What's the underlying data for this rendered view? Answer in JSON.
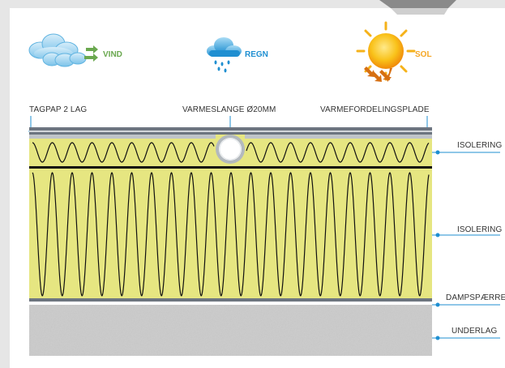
{
  "weather": {
    "wind": {
      "label": "VIND",
      "color": "#6aa84f",
      "icon": "cloud-wind-icon"
    },
    "rain": {
      "label": "REGN",
      "color": "#1f8fd1",
      "icon": "cloud-rain-icon"
    },
    "sun": {
      "label": "SOL",
      "color": "#f5a623",
      "icon": "sun-icon"
    }
  },
  "layers": {
    "roofing": "TAGPAP 2 LAG",
    "pipe": "VARMESLANGE Ø20MM",
    "plate": "VARMEFORDELINGSPLADE",
    "insulation_top": "ISOLERING",
    "insulation_bottom": "ISOLERING",
    "vapor_barrier": "DAMPSPÆRRE",
    "underlay": "UNDERLAG"
  },
  "colors": {
    "insulation": "#e6e681",
    "underlay": "#cfcfcf",
    "marker": "#1f8fd1",
    "membrane": "#6d7580"
  }
}
